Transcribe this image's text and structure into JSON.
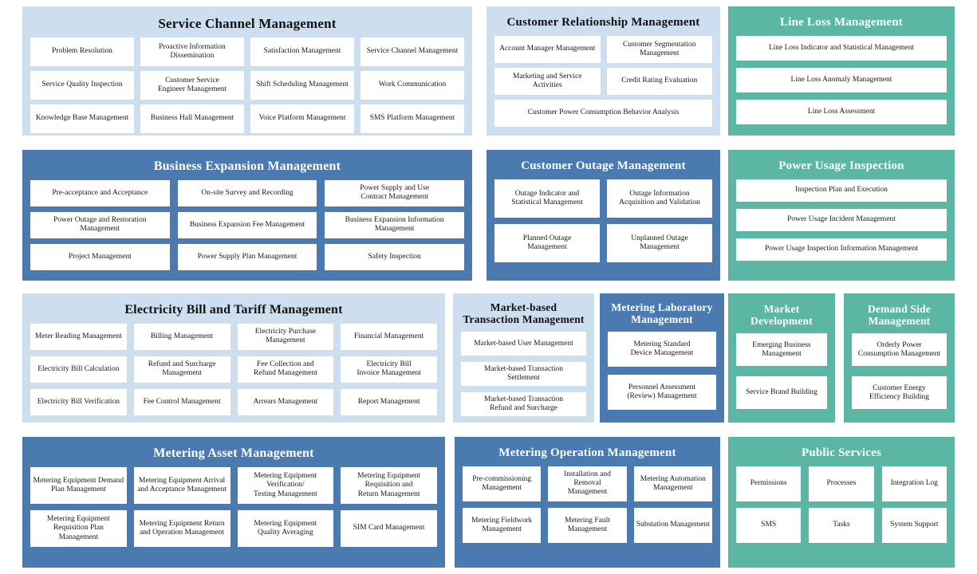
{
  "colors": {
    "light_blue": "#cddfee",
    "blue": "#4a7ab0",
    "teal": "#5bb6a4",
    "cell_background": "#ffffff",
    "page_background": "#ffffff"
  },
  "panels": [
    {
      "id": "service-channel",
      "title": "Service Channel Management",
      "theme": "light_blue",
      "items": [
        "Problem Resolution",
        "Proactive Information\nDissemination",
        "Satisfaction Management",
        "Service Channel Management",
        "Service Quality Inspection",
        "Customer Service\nEngineer Management",
        "Shift Scheduling Management",
        "Work Communication",
        "Knowledge Base Management",
        "Business Hall Management",
        "Voice Platform Management",
        "SMS Platform Management"
      ]
    },
    {
      "id": "customer-relationship",
      "title": "Customer Relationship Management",
      "theme": "light_blue",
      "items": [
        "Account Manager Management",
        "Customer Segmentation\nManagement",
        "Marketing and Service\nActivities",
        "Credit Rating Evaluation",
        "Customer Power Consumption Behavior Analysis"
      ]
    },
    {
      "id": "line-loss",
      "title": "Line Loss Management",
      "theme": "teal",
      "items": [
        "Line Loss Indicator and Statistical Management",
        "Line Loss Anomaly Management",
        "Line Loss Assessment"
      ]
    },
    {
      "id": "business-expansion",
      "title": "Business Expansion Management",
      "theme": "blue",
      "items": [
        "Pre-acceptance and Acceptance",
        "On-site Survey and Recording",
        "Power Supply and Use\nContract Management",
        "Power Outage and Restoration\nManagement",
        "Business Expansion Fee Management",
        "Business Expansion Information\nManagement",
        "Project Management",
        "Power Supply Plan Management",
        "Safety Inspection"
      ]
    },
    {
      "id": "customer-outage",
      "title": "Customer Outage Management",
      "theme": "blue",
      "items": [
        "Outage Indicator and\nStatistical Management",
        "Outage Information\nAcquisition and Validation",
        "Planned Outage\nManagement",
        "Unplanned Outage\nManagement"
      ]
    },
    {
      "id": "power-usage-inspection",
      "title": "Power Usage Inspection",
      "theme": "teal",
      "items": [
        "Inspection Plan and Execution",
        "Power Usage Incident Management",
        "Power Usage Inspection Information Management"
      ]
    },
    {
      "id": "bill-tariff",
      "title": "Electricity Bill and Tariff Management",
      "theme": "light_blue",
      "items": [
        "Meter Reading Management",
        "Billing Management",
        "Electricity Purchase\nManagement",
        "Financial Management",
        "Electricity Bill Calculation",
        "Refund and Surcharge\nManagement",
        "Fee Collection and\nRefund Management",
        "Electricity Bill\nInvoice Management",
        "Electricity Bill Verification",
        "Fee Control Management",
        "Arrears Management",
        "Report Management"
      ]
    },
    {
      "id": "market-transaction",
      "title": "Market-based\nTransaction Management",
      "theme": "light_blue",
      "items": [
        "Market-based User Management",
        "Market-based Transaction\nSettlement",
        "Market-based Transaction\nRefund and Surcharge"
      ]
    },
    {
      "id": "metering-laboratory",
      "title": "Metering Laboratory\nManagement",
      "theme": "blue",
      "items": [
        "Metering Standard\nDevice Management",
        "Personnel Assessment\n(Review) Management"
      ]
    },
    {
      "id": "market-development",
      "title": "Market\nDevelopment",
      "theme": "teal",
      "items": [
        "Emerging Business\nManagement",
        "Service Brand Building"
      ]
    },
    {
      "id": "demand-side",
      "title": "Demand Side\nManagement",
      "theme": "teal",
      "items": [
        "Orderly Power\nConsumption Management",
        "Customer Energy\nEfficiency Building"
      ]
    },
    {
      "id": "metering-asset",
      "title": "Metering Asset Management",
      "theme": "blue",
      "items": [
        "Metering Equipment Demand\nPlan Management",
        "Metering Equipment Arrival\nand Acceptance Management",
        "Metering Equipment\nVerification/\nTesting Management",
        "Metering Equipment\nRequisition and\nReturn Management",
        "Metering Equipment\nRequisition Plan Management",
        "Metering Equipment Return\nand Operation Management",
        "Metering Equipment\nQuality Averaging",
        "SIM Card Management"
      ]
    },
    {
      "id": "metering-operation",
      "title": "Metering Operation Management",
      "theme": "blue",
      "items": [
        "Pre-commissioning\nManagement",
        "Installation and\nRemoval\nManagement",
        "Metering Automation\nManagement",
        "Metering Fieldwork\nManagement",
        "Metering Fault\nManagement",
        "Substation Management"
      ]
    },
    {
      "id": "public-services",
      "title": "Public Services",
      "theme": "teal",
      "items": [
        "Permissions",
        "Processes",
        "Integration Log",
        "SMS",
        "Tasks",
        "System Support"
      ]
    }
  ]
}
